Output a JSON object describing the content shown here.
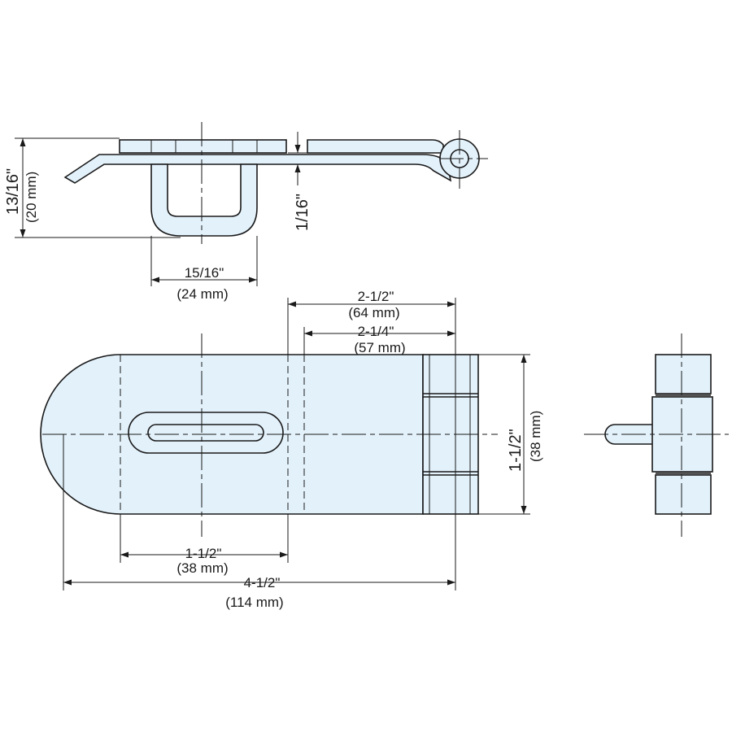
{
  "colors": {
    "part_fill": "#e3f1fb",
    "line": "#1a1a1a",
    "background": "#ffffff"
  },
  "dimensions": {
    "side_height": {
      "inch": "13/16\"",
      "mm": "(20 mm)"
    },
    "thickness": {
      "inch": "1/16\""
    },
    "staple_width": {
      "inch": "15/16\"",
      "mm": "(24 mm)"
    },
    "hinge_to_slot_end": {
      "inch": "2-1/2\"",
      "mm": "(64 mm)"
    },
    "hinge_to_plate_edge": {
      "inch": "2-1/4\"",
      "mm": "(57 mm)"
    },
    "width": {
      "inch": "1-1/2\"",
      "mm": "(38 mm)"
    },
    "slot_length": {
      "inch": "1-1/2\"",
      "mm": "(38 mm)"
    },
    "overall_length": {
      "inch": "4-1/2\"",
      "mm": "(114 mm)"
    }
  }
}
